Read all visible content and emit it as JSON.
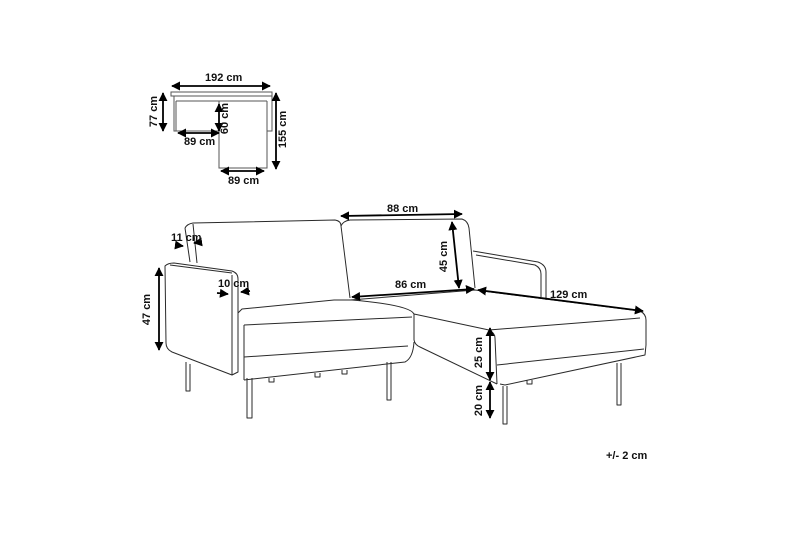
{
  "diagram": {
    "type": "product-dimension-drawing",
    "subject": "L-shaped corner sofa with chaise",
    "stroke_color": "#2a2a2a",
    "arrow_color": "#000000",
    "background": "#ffffff"
  },
  "top_view": {
    "total_width": "192 cm",
    "depth": "77 cm",
    "seat_depth": "60 cm",
    "seat_width": "89 cm",
    "total_depth": "155 cm",
    "chaise_width": "89 cm"
  },
  "perspective_view": {
    "backrest_thickness": "11 cm",
    "armrest_width": "10 cm",
    "armrest_height": "47 cm",
    "backrest_width": "88 cm",
    "backrest_height": "45 cm",
    "seat_width": "86 cm",
    "chaise_length": "129 cm",
    "seat_height": "25 cm",
    "leg_height": "20 cm"
  },
  "tolerance": "+/- 2 cm"
}
